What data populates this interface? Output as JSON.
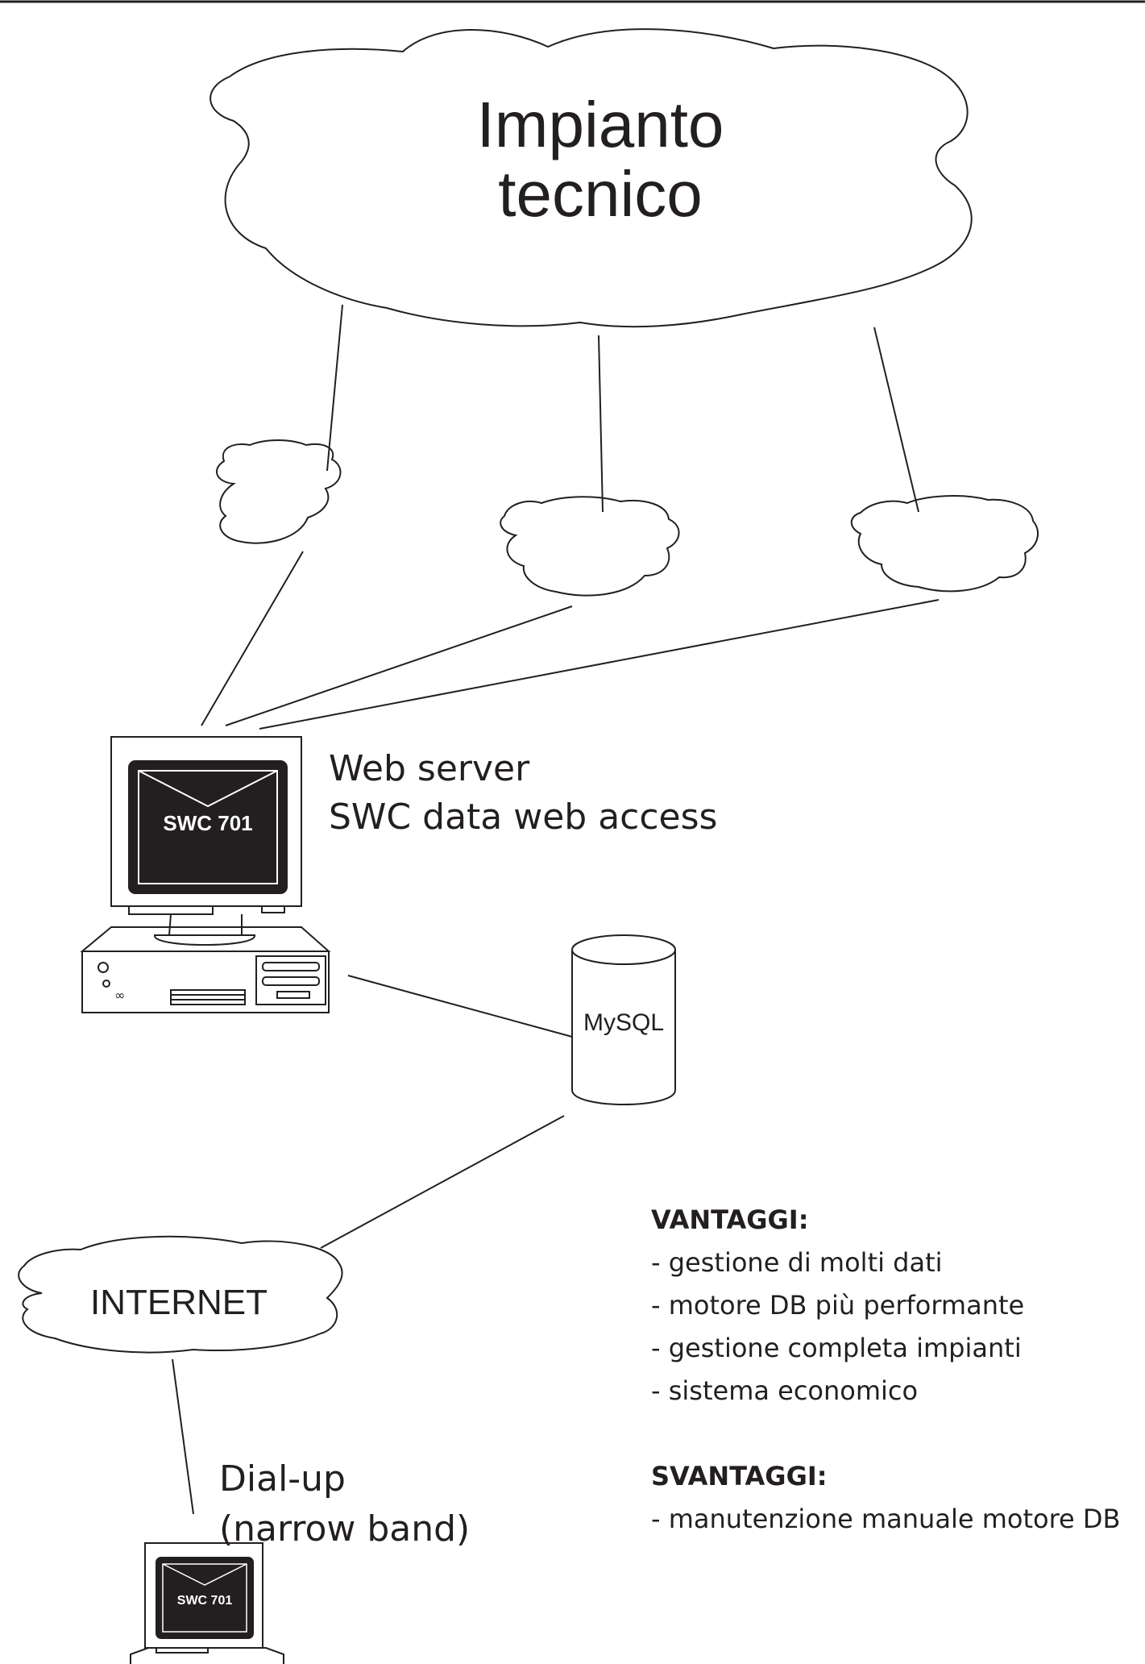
{
  "top_cloud": {
    "line1": "Impianto",
    "line2": "tecnico"
  },
  "server": {
    "screen_text": "SWC 701",
    "label_line1": "Web server",
    "label_line2": "SWC data web access"
  },
  "database": {
    "label": "MySQL"
  },
  "internet": {
    "label": "INTERNET",
    "connection_line1": "Dial-up",
    "connection_line2": "(narrow band)"
  },
  "client": {
    "screen_text": "SWC 701"
  },
  "advantages": {
    "title": "VANTAGGI:",
    "items": [
      "- gestione di molti dati",
      "- motore DB più performante",
      "- gestione completa impianti",
      "- sistema economico"
    ]
  },
  "disadvantages": {
    "title": "SVANTAGGI:",
    "items": [
      "- manutenzione manuale motore DB"
    ]
  },
  "colors": {
    "stroke": "#231f20",
    "screen": "#231f20",
    "background": "#ffffff"
  }
}
